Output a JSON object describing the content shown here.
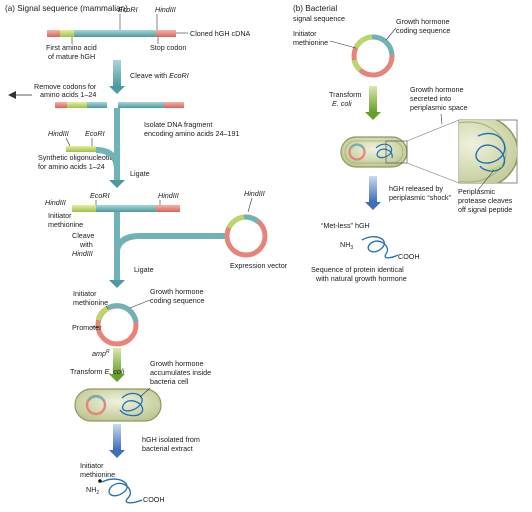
{
  "panel_a": {
    "title": "(a) Signal sequence (mammalian)",
    "cdna_ecori": "EcoRI",
    "cdna_hindiii": "HindIII",
    "cloned_label": "Cloned hGH cDNA",
    "first_aa_1": "First amino acid",
    "first_aa_2": "of mature hGH",
    "stop_codon": "Stop codon",
    "cleave_ecori_1": "Cleave with",
    "cleave_ecori_2": "EcoRI",
    "remove_1": "Remove codons for",
    "remove_2": "amino acids 1–24",
    "isolate_1": "Isolate DNA fragment",
    "isolate_2": "encoding amino acids 24–191",
    "oligo_hindiii": "HindIII",
    "oligo_ecori": "EcoRI",
    "synthetic_1": "Synthetic oligonucleotide",
    "synthetic_2": "for amino acids 1–24",
    "ligate_1": "Ligate",
    "lig_ecori": "EcoRI",
    "lig_hindiii_left": "HindIII",
    "lig_hindiii_right": "HindIII",
    "initiator_1": "Initiator",
    "initiator_2": "methionine",
    "vector_hindiii": "HindIII",
    "cleave_hind_1": "Cleave",
    "cleave_hind_2": "with",
    "cleave_hind_3": "HindIII",
    "expression_vector": "Expression vector",
    "ligate_2": "Ligate",
    "plasmid_init_1": "Initiator",
    "plasmid_init_2": "methionine",
    "gh_coding_1": "Growth hormone",
    "gh_coding_2": "coding sequence",
    "promoter": "Promoter",
    "amp_r": "amp",
    "amp_sup": "R",
    "transform_1": "Transform",
    "transform_2": "E. coli",
    "accum_1": "Growth hormone",
    "accum_2": "accumulates inside",
    "accum_3": "bacteria cell",
    "isolated_1": "hGH isolated from",
    "isolated_2": "bacterial extract",
    "final_init_1": "Initiator",
    "final_init_2": "methionine",
    "nh2": "NH",
    "nh2_sub": "2",
    "cooh": "COOH"
  },
  "panel_b": {
    "title_1": "(b) Bacterial",
    "title_2": "signal sequence",
    "gh_coding_1": "Growth hormone",
    "gh_coding_2": "coding sequence",
    "initiator_1": "Initiator",
    "initiator_2": "methionine",
    "transform_1": "Transform",
    "transform_2": "E. coli",
    "secreted_1": "Growth hormone",
    "secreted_2": "secreted into",
    "secreted_3": "periplasmic space",
    "released_1": "hGH released by",
    "released_2": "periplasmic “shock”",
    "protease_1": "Periplasmic",
    "protease_2": "protease cleaves",
    "protease_3": "off signal peptide",
    "metless": "“Met-less” hGH",
    "nh2": "NH",
    "nh2_sub": "3",
    "cooh": "COOH",
    "identical_1": "Sequence of protein identical",
    "identical_2": "with natural growth hormone"
  },
  "colors": {
    "dna_teal": "#6fb3b8",
    "dna_red": "#e8837a",
    "dna_green": "#b9d66a",
    "arrow_green": "#8fbf3a",
    "arrow_blue": "#4d7fc4",
    "cell_fill": "#cfd7a8",
    "protein": "#1f6fb8"
  }
}
